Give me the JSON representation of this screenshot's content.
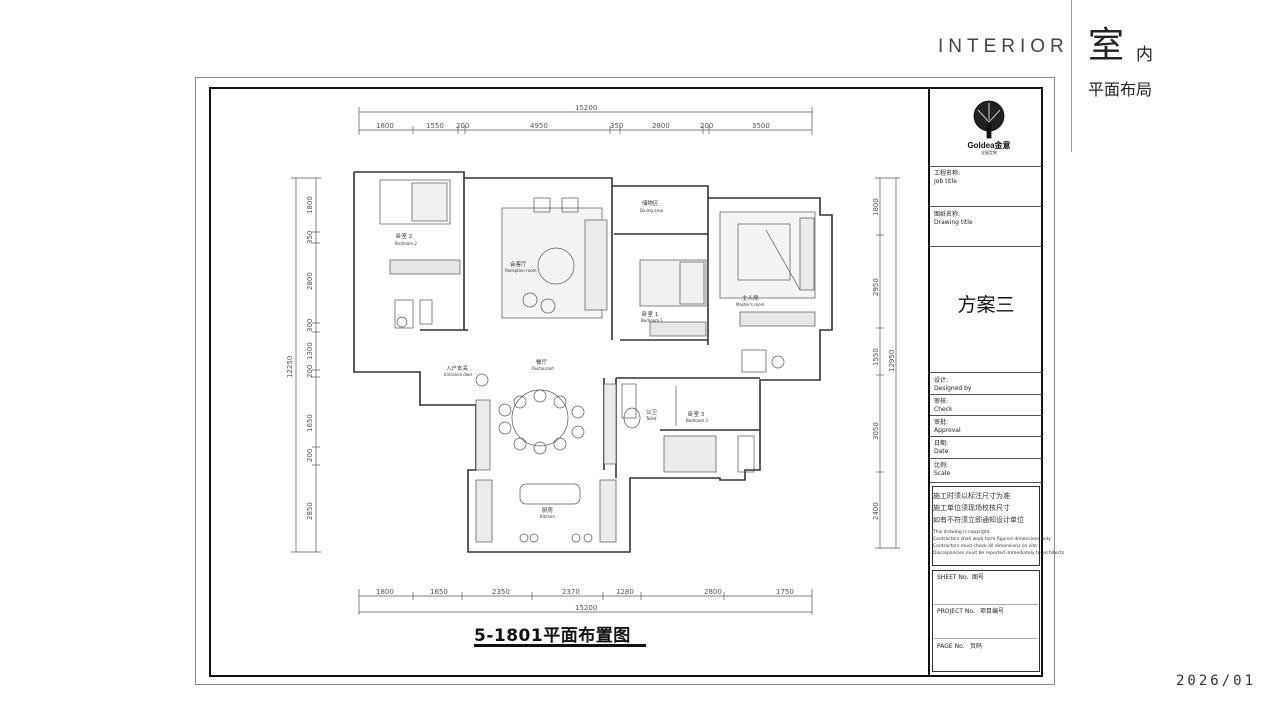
{
  "header": {
    "english": "INTERIOR",
    "big_char": "室",
    "small_char": "内",
    "subtitle": "平面布局"
  },
  "footer": {
    "date": "2026/01"
  },
  "plan": {
    "title": "5-1801平面布置图",
    "top_total": "15200",
    "top_dims": [
      "1800",
      "1550",
      "200",
      "4950",
      "350",
      "2800",
      "200",
      "3500"
    ],
    "bottom_total": "15200",
    "bottom_dims": [
      "1800",
      "1650",
      "2350",
      "2370",
      "1280",
      "2800",
      "1750"
    ],
    "left_total": "12250",
    "left_dims": [
      "1800",
      "350",
      "2800",
      "300",
      "1300",
      "200",
      "1650",
      "200",
      "2850"
    ],
    "right_total": "12950",
    "right_dims": [
      "1800",
      "2950",
      "1550",
      "3050",
      "2400"
    ],
    "rooms": {
      "bedroom2": {
        "cn": "卧室 2",
        "en": "Bedroom 2"
      },
      "reception": {
        "cn": "会客厅",
        "en": "Reception room"
      },
      "dining_area": {
        "cn": "储物区",
        "en": "Dining area"
      },
      "bedroom1": {
        "cn": "卧室 1",
        "en": "Bedroom 1"
      },
      "master": {
        "cn": "主人房",
        "en": "Master's room"
      },
      "entrance": {
        "cn": "入户玄关",
        "en": "Entrance door"
      },
      "restaurant": {
        "cn": "餐厅",
        "en": "Restaurant"
      },
      "toilet": {
        "cn": "公卫",
        "en": "Toilet"
      },
      "bedroom3": {
        "cn": "卧室 3",
        "en": "Bedroom 3"
      },
      "kitchen": {
        "cn": "厨房",
        "en": "Kitchen"
      }
    }
  },
  "title_block": {
    "logo_text": "Goldea金意",
    "logo_sub": "全屋定制",
    "job_title_cn": "工程名称:",
    "job_title_en": "Job title",
    "drawing_title_cn": "图纸名称:",
    "drawing_title_en": "Drawing title",
    "scheme": "方案三",
    "design_cn": "设计:",
    "design_en": "Designed by",
    "check_cn": "审核:",
    "check_en": "Check",
    "approval_cn": "审批:",
    "approval_en": "Approval",
    "date_cn": "日期:",
    "date_en": "Date",
    "scale_cn": "比例:",
    "scale_en": "Scale",
    "notes_cn": [
      "施工时须以标注尺寸为准",
      "施工单位须现场校核尺寸",
      "如有不符须立即通知设计单位"
    ],
    "notes_en": [
      "This drawing is copyright.",
      "Contractors shall work form figured dimensions only",
      "Contractors must check all dimensions on site",
      "Discrepancies must be reported immediately to architects"
    ],
    "sheet_no_label": "SHEET No.",
    "sheet_no_value": "图号",
    "project_no_label": "PROJECT No.",
    "project_no_value": "项目编号",
    "page_no_label": "PAGE No.",
    "page_no_value": "页码"
  },
  "colors": {
    "line": "#333333",
    "light_line": "#999999",
    "fill": "#e6e6e6"
  }
}
